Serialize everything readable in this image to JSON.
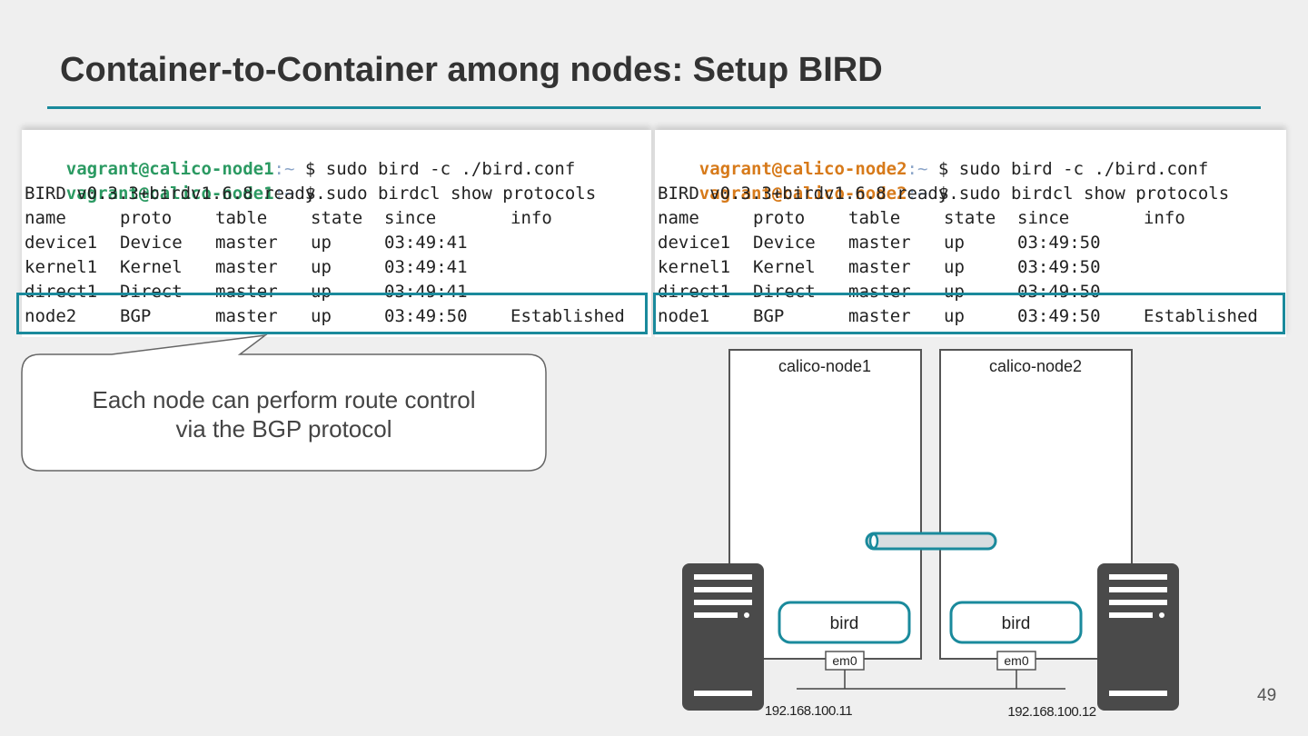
{
  "slide": {
    "title": "Container-to-Container among nodes: Setup BIRD",
    "page_number": "49",
    "accent_color": "#1a8a9c"
  },
  "terminal_left": {
    "user": "vagrant@calico-node1",
    "tilde": ":~",
    "commands": [
      "$ sudo bird -c ./bird.conf",
      "$ sudo birdcl show protocols"
    ],
    "ready": "BIRD v0.3.3+birdv1.6.8 ready.",
    "headers": [
      "name",
      "proto",
      "table",
      "state",
      "since",
      "info"
    ],
    "rows": [
      [
        "device1",
        "Device",
        "master",
        "up",
        "03:49:41",
        ""
      ],
      [
        "kernel1",
        "Kernel",
        "master",
        "up",
        "03:49:41",
        ""
      ],
      [
        "direct1",
        "Direct",
        "master",
        "up",
        "03:49:41",
        ""
      ],
      [
        "node2",
        "BGP",
        "master",
        "up",
        "03:49:50",
        "Established"
      ]
    ],
    "user_color": "#2b9a62"
  },
  "terminal_right": {
    "user": "vagrant@calico-node2",
    "tilde": ":~",
    "commands": [
      "$ sudo bird -c ./bird.conf",
      "$ sudo birdcl show protocols"
    ],
    "ready": "BIRD v0.3.3+birdv1.6.8 ready.",
    "headers": [
      "name",
      "proto",
      "table",
      "state",
      "since",
      "info"
    ],
    "rows": [
      [
        "device1",
        "Device",
        "master",
        "up",
        "03:49:50",
        ""
      ],
      [
        "kernel1",
        "Kernel",
        "master",
        "up",
        "03:49:50",
        ""
      ],
      [
        "direct1",
        "Direct",
        "master",
        "up",
        "03:49:50",
        ""
      ],
      [
        "node1",
        "BGP",
        "master",
        "up",
        "03:49:50",
        "Established"
      ]
    ],
    "user_color": "#d77a1a"
  },
  "callout": {
    "line1": "Each node can perform route control",
    "line2": "via the BGP protocol"
  },
  "diagram": {
    "node1_label": "calico-node1",
    "node2_label": "calico-node2",
    "bird_label_1": "bird",
    "bird_label_2": "bird",
    "nic_label_1": "em0",
    "nic_label_2": "em0",
    "ip_1": "192.168.100.11",
    "ip_2": "192.168.100.12",
    "icons": [
      "server-icon",
      "server-icon",
      "tunnel-pipe-icon"
    ]
  }
}
